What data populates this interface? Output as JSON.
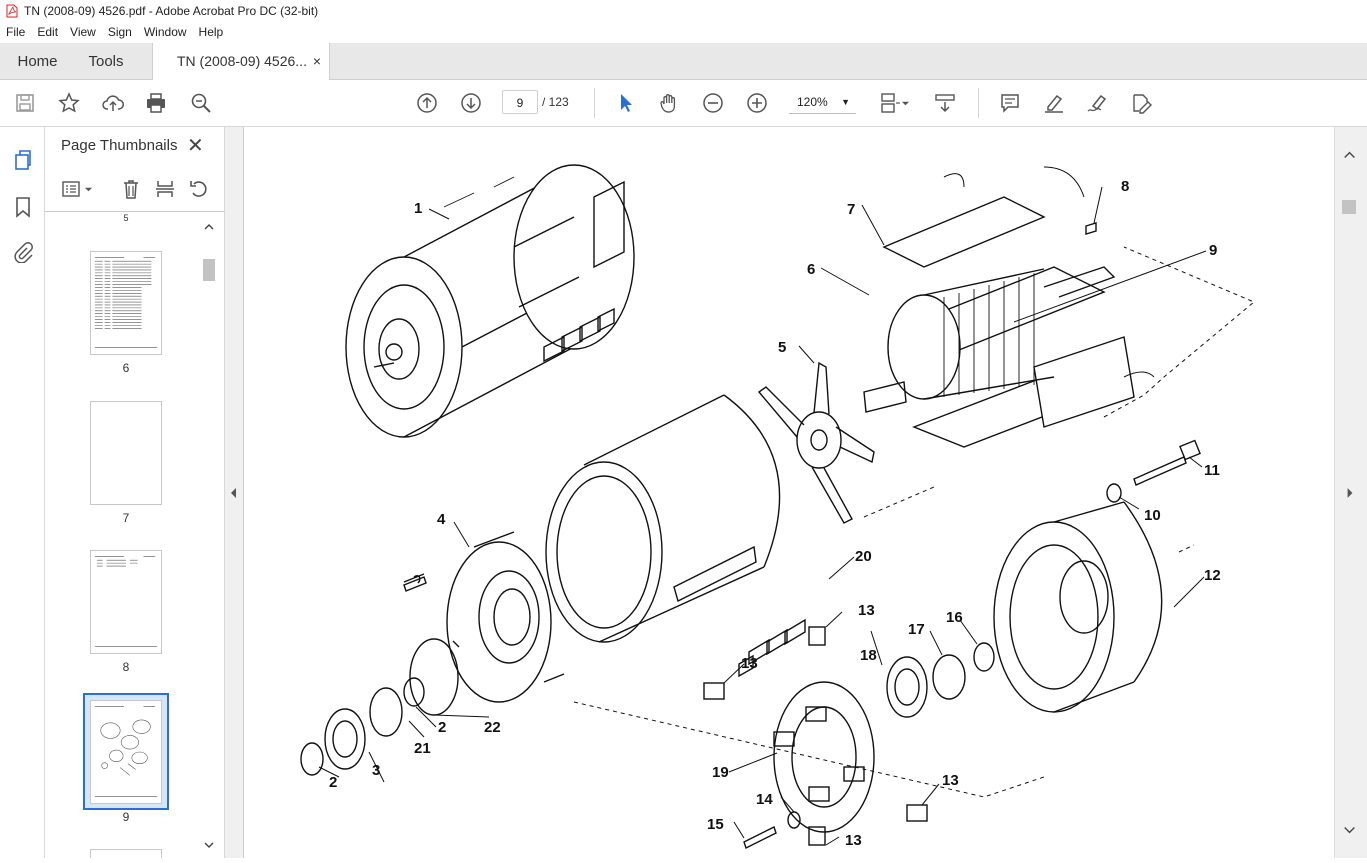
{
  "window": {
    "title": "TN (2008-09) 4526.pdf - Adobe Acrobat Pro DC (32-bit)"
  },
  "menu": [
    "File",
    "Edit",
    "View",
    "Sign",
    "Window",
    "Help"
  ],
  "tabs": {
    "home": "Home",
    "tools": "Tools",
    "document": "TN (2008-09) 4526...",
    "close": "×"
  },
  "toolbar": {
    "page_current": "9",
    "page_total": "/ 123",
    "zoom": "120%"
  },
  "panel": {
    "title": "Page Thumbnails",
    "close": "✕",
    "thumbnails": [
      {
        "label": "6"
      },
      {
        "label": "7"
      },
      {
        "label": "8"
      },
      {
        "label": "9"
      }
    ],
    "partial_top_label": "5"
  },
  "diagram": {
    "callouts": [
      "1",
      "2",
      "2",
      "3",
      "4",
      "5",
      "6",
      "7",
      "8",
      "9",
      "10",
      "11",
      "12",
      "13",
      "13",
      "13",
      "13",
      "14",
      "15",
      "16",
      "17",
      "18",
      "19",
      "20",
      "21",
      "22"
    ]
  },
  "colors": {
    "accent": "#2a6fd6",
    "pdf_red": "#d9231f"
  }
}
